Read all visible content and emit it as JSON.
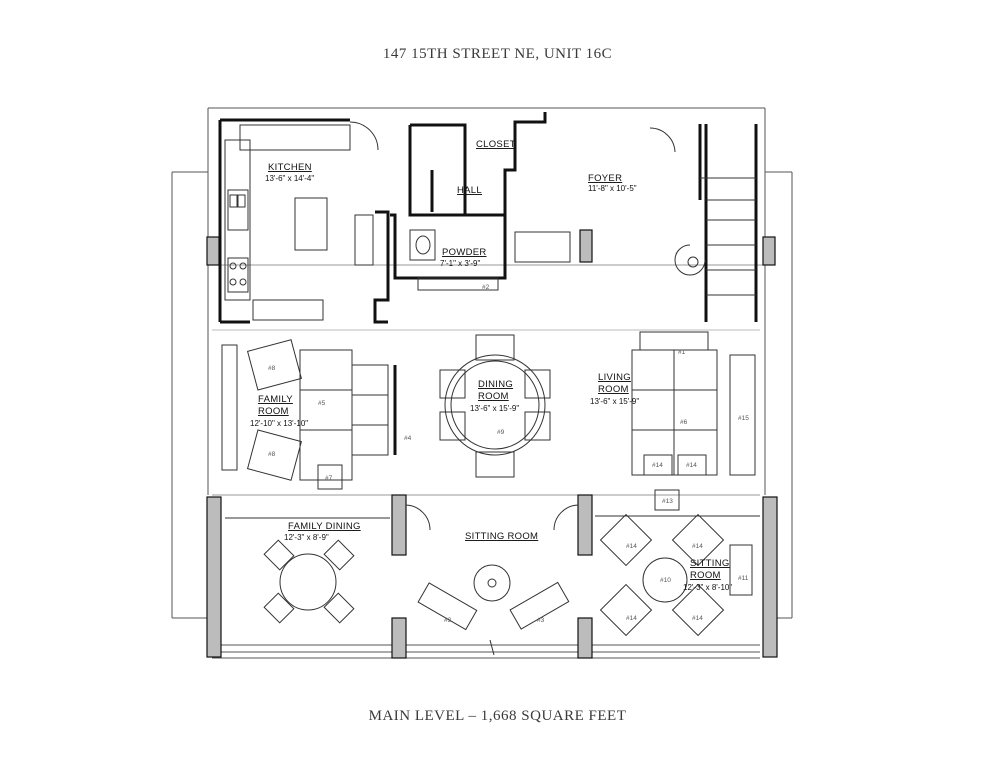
{
  "header": {
    "title": "147 15TH STREET NE, UNIT 16C"
  },
  "footer": {
    "caption": "MAIN LEVEL – 1,668 SQUARE FEET"
  },
  "rooms": {
    "kitchen": {
      "name": "KITCHEN",
      "dims": "13'-6\" x 14'-4\""
    },
    "closet": {
      "name": "CLOSET",
      "dims": ""
    },
    "hall": {
      "name": "HALL",
      "dims": ""
    },
    "foyer": {
      "name": "FOYER",
      "dims": "11'-8\" x 10'-5\""
    },
    "powder": {
      "name": "POWDER",
      "dims": "7'-1\" x 3'-9\""
    },
    "family": {
      "name1": "FAMILY",
      "name2": "ROOM",
      "dims": "12'-10\" x 13'-10\""
    },
    "dining": {
      "name1": "DINING",
      "name2": "ROOM",
      "dims": "13'-6\" x 15'-9\""
    },
    "living": {
      "name1": "LIVING",
      "name2": "ROOM",
      "dims": "13'-6\" x 15'-9\""
    },
    "family_dining": {
      "name": "FAMILY DINING",
      "dims": "12'-3\" x 8'-9\""
    },
    "sitting_room": {
      "name": "SITTING ROOM",
      "dims": ""
    },
    "sitting_east": {
      "name1": "SITTING",
      "name2": "ROOM",
      "dims": "12'-3\" x 8'-10\""
    }
  },
  "tags": {
    "t2": "#2",
    "t3": "#3",
    "t4": "#4",
    "t5": "#5",
    "t6": "#6",
    "t7": "#7",
    "t8": "#8",
    "t9": "#9",
    "t10": "#10",
    "t11": "#11",
    "t13": "#13",
    "t14": "#14",
    "t15": "#15",
    "t1": "#1"
  }
}
